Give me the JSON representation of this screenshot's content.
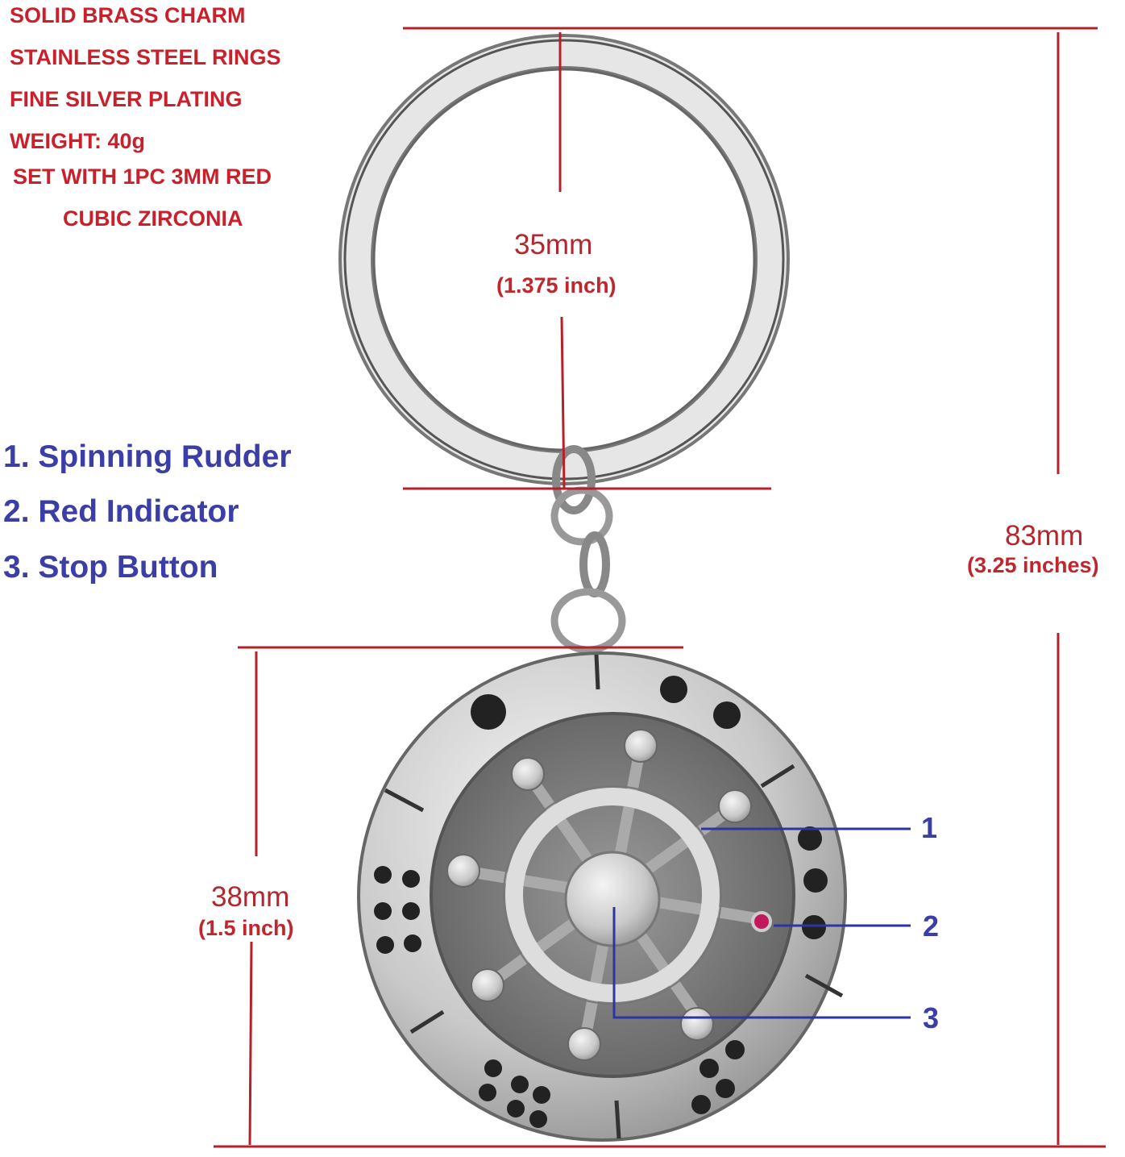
{
  "specs": [
    "SOLID BRASS CHARM",
    "STAINLESS STEEL RINGS",
    "FINE SILVER PLATING",
    "WEIGHT: 40g",
    "SET WITH 1PC 3MM RED",
    "CUBIC ZIRCONIA"
  ],
  "features": [
    "1. Spinning Rudder",
    "2. Red Indicator",
    "3. Stop Button"
  ],
  "dimensions": {
    "ring": {
      "mm": "35mm",
      "inch": "(1.375 inch)"
    },
    "total": {
      "mm": "83mm",
      "inch": "(3.25 inches)"
    },
    "charm": {
      "mm": "38mm",
      "inch": "(1.5 inch)"
    }
  },
  "callouts": [
    "1",
    "2",
    "3"
  ],
  "colors": {
    "spec_red": "#c9202b",
    "feature_blue": "#3a3ea6",
    "dimension_line": "#b5202a"
  }
}
